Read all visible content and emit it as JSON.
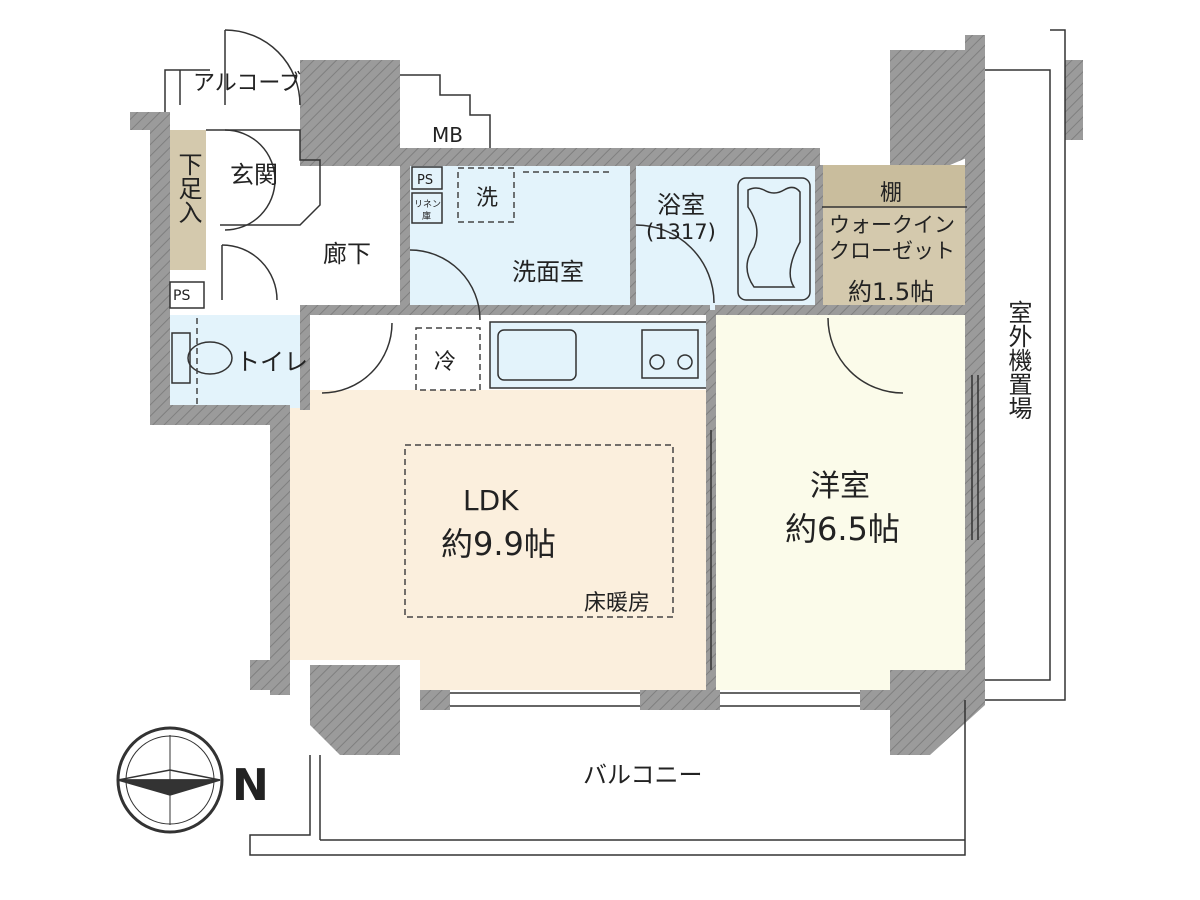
{
  "rooms": {
    "alcove": "アルコーブ",
    "mb": "MB",
    "genkan": "玄関",
    "shoe_storage": "下足入",
    "ps_top": "PS",
    "ps_left": "PS",
    "hallway": "廊下",
    "washer": "洗",
    "linen_1": "リネン",
    "linen_2": "庫",
    "washroom": "洗面室",
    "bath_name": "浴室",
    "bath_size": "(1317)",
    "shelf": "棚",
    "wic_1": "ウォークイン",
    "wic_2": "クローゼット",
    "wic_area": "約1.5帖",
    "toilet": "トイレ",
    "fridge": "冷",
    "ldk_name": "LDK",
    "ldk_area": "約9.9帖",
    "floor_heating": "床暖房",
    "western_name": "洋室",
    "western_area": "約6.5帖",
    "outdoor_unit": "室外機置場",
    "balcony": "バルコニー",
    "compass_letter": "N"
  },
  "colors": {
    "wall": "#9b9b9b",
    "ldk": "#fbefdd",
    "western": "#fbfbea",
    "wet_area": "#e3f3fb",
    "closet": "#d4c9ad",
    "line": "#333333"
  }
}
